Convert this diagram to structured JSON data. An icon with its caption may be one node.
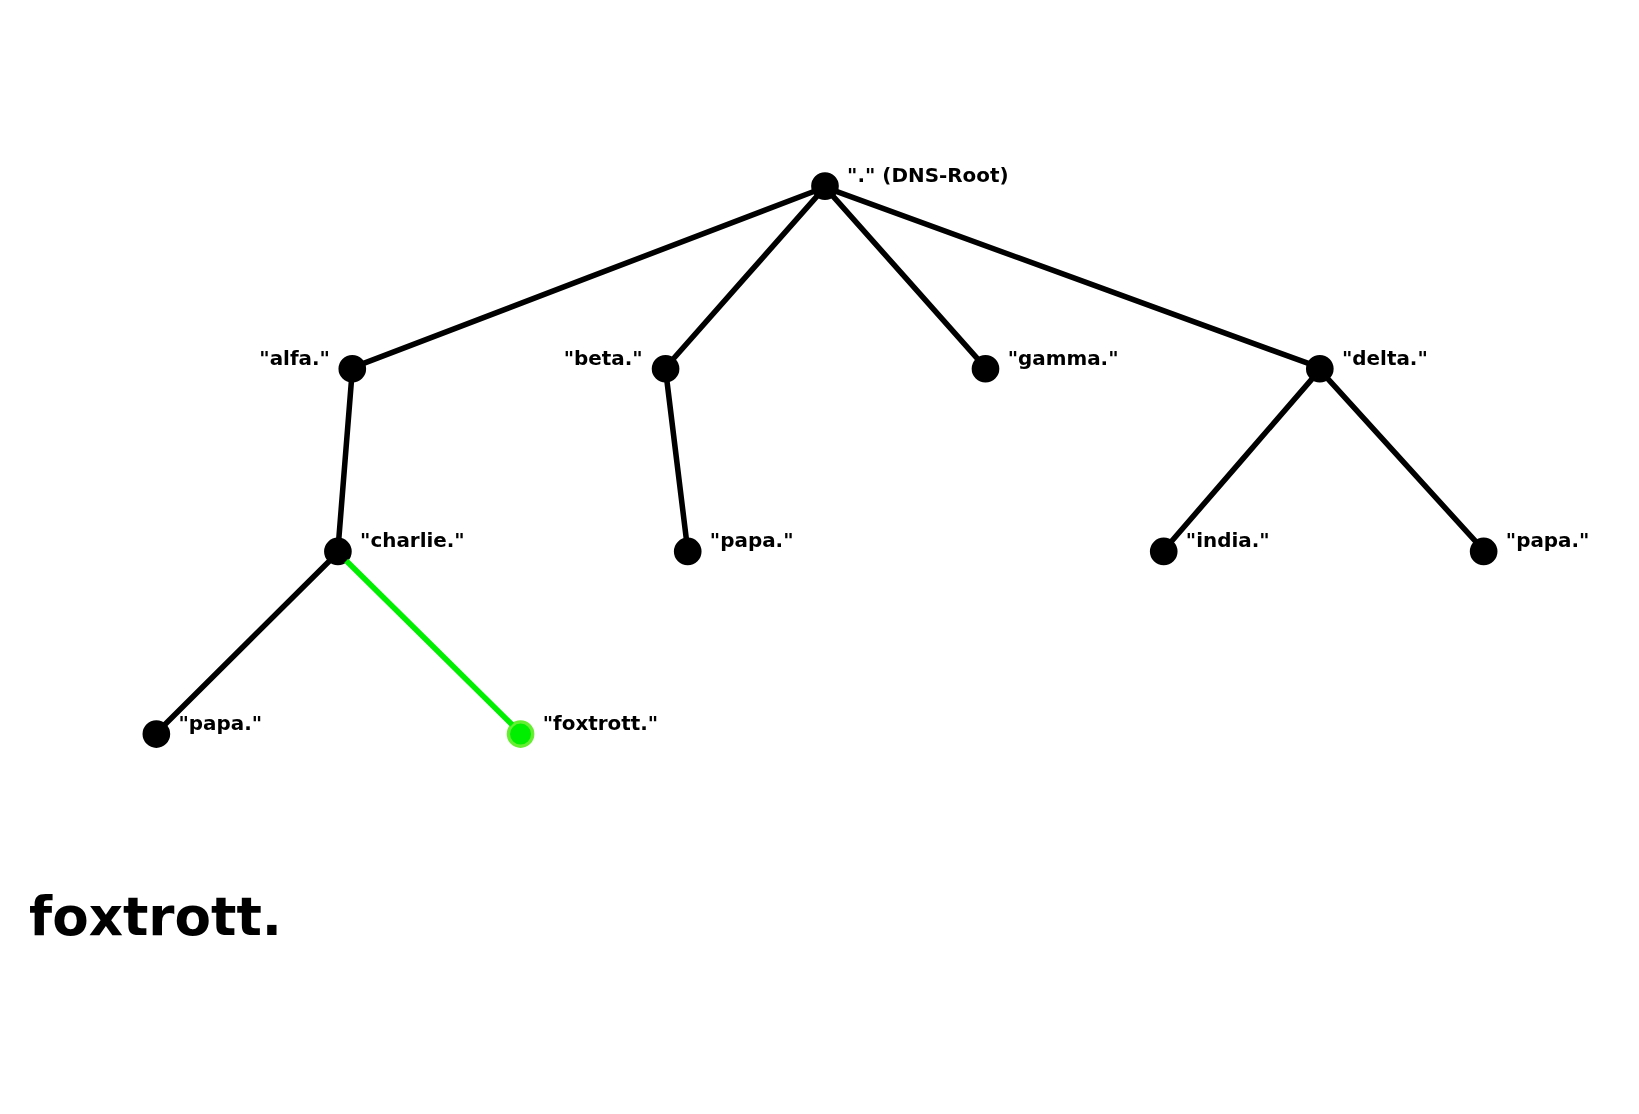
{
  "diagram": {
    "nodes": [
      {
        "text": [],
        "shape": "circle",
        "beside": [
          "\".\" (DNS-Root)"
        ]
      },
      {
        "text": [],
        "shape": "circle",
        "beside": [
          "\"alfa.\""
        ]
      },
      {
        "text": [],
        "shape": "circle",
        "beside": [
          "\"beta.\""
        ]
      },
      {
        "text": [],
        "shape": "circle",
        "beside": [
          "\"gamma.\""
        ]
      },
      {
        "text": [],
        "shape": "circle",
        "beside": [
          "\"delta.\""
        ]
      },
      {
        "text": [],
        "shape": "circle",
        "beside": [
          "\"charlie.\""
        ]
      },
      {
        "text": [],
        "shape": "circle",
        "beside": [
          "\"papa.\""
        ]
      },
      {
        "text": [],
        "shape": "circle",
        "beside": [
          "\"india.\""
        ]
      },
      {
        "text": [],
        "shape": "circle",
        "beside": [
          "\"papa.\""
        ]
      },
      {
        "text": [],
        "shape": "circle",
        "beside": [
          "\"papa.\""
        ]
      },
      {
        "text": [],
        "shape": "circle",
        "beside": [
          "\"foxtrott.\""
        ]
      }
    ],
    "edges": [
      {
        "from": 0,
        "to": 1,
        "arrow": "none"
      },
      {
        "from": 0,
        "to": 2,
        "arrow": "none"
      },
      {
        "from": 0,
        "to": 3,
        "arrow": "none"
      },
      {
        "from": 0,
        "to": 4,
        "arrow": "none"
      },
      {
        "from": 1,
        "to": 5,
        "arrow": "none"
      },
      {
        "from": 2,
        "to": 6,
        "arrow": "none"
      },
      {
        "from": 4,
        "to": 7,
        "arrow": "none"
      },
      {
        "from": 4,
        "to": 8,
        "arrow": "none"
      },
      {
        "from": 5,
        "to": 9,
        "arrow": "none"
      },
      {
        "from": 5,
        "to": 10,
        "arrow": "none",
        "color": "#00ee00"
      }
    ],
    "labels": [
      "foxtrott."
    ]
  }
}
